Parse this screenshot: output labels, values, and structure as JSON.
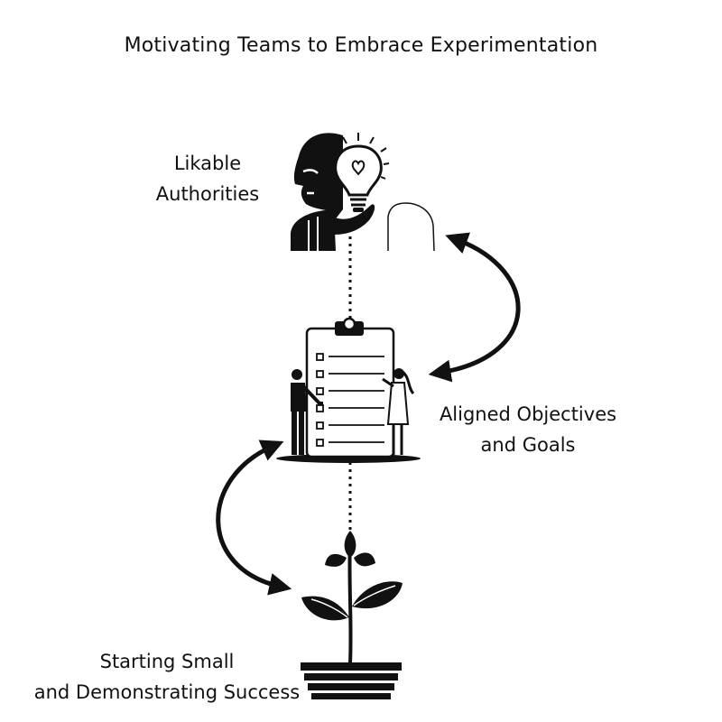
{
  "title": "Motivating Teams to Embrace Experimentation",
  "nodes": [
    {
      "lines": [
        "Likable",
        "Authorities"
      ],
      "icon": "head-lightbulb-icon"
    },
    {
      "lines": [
        "Aligned Objectives",
        "and Goals"
      ],
      "icon": "clipboard-people-icon"
    },
    {
      "lines": [
        "Starting Small",
        "and Demonstrating Success"
      ],
      "icon": "plant-pot-icon"
    }
  ],
  "colors": {
    "ink": "#111111",
    "background": "#ffffff"
  }
}
